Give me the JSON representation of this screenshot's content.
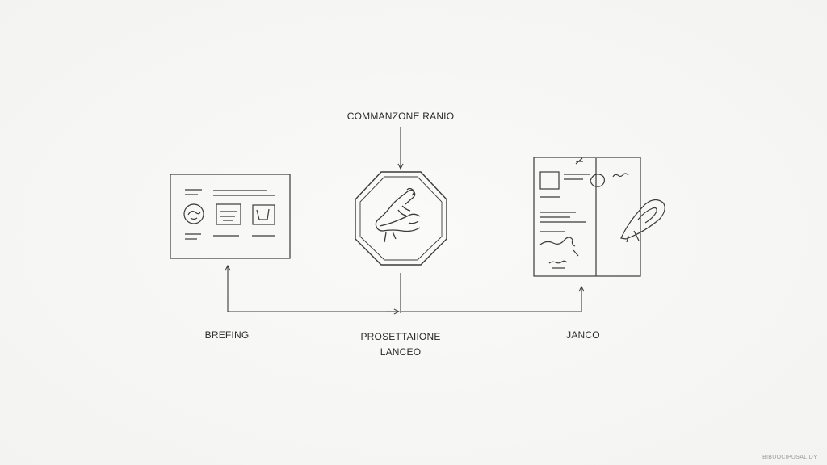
{
  "diagram": {
    "top_label": "COMMANZONE RANIO",
    "nodes": [
      {
        "id": "briefing",
        "label": "BREFING"
      },
      {
        "id": "center",
        "label_line1": "PROSETTAIIONE",
        "label_line2": "LANCEO"
      },
      {
        "id": "right",
        "label": "JANCO"
      }
    ]
  },
  "watermark": "BIBUOCIPUSALIDY",
  "colors": {
    "stroke": "#3a3a3a",
    "background": "#f7f7f6"
  }
}
